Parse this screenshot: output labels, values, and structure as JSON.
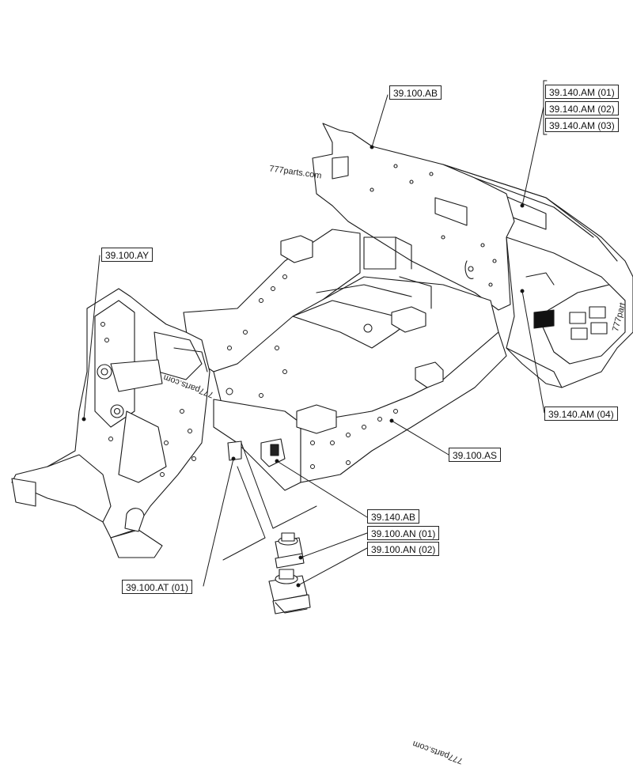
{
  "callouts": {
    "ab": "39.100.AB",
    "am01": "39.140.AM (01)",
    "am02": "39.140.AM (02)",
    "am03": "39.140.AM (03)",
    "am04": "39.140.AM (04)",
    "ay": "39.100.AY",
    "as": "39.100.AS",
    "ab140": "39.140.AB",
    "an01": "39.100.AN (01)",
    "an02": "39.100.AN (02)",
    "at01": "39.100.AT (01)"
  },
  "watermarks": {
    "top": "777parts.com",
    "middle": "777parts.com",
    "right": "777part",
    "bottom": "777parts.com"
  }
}
